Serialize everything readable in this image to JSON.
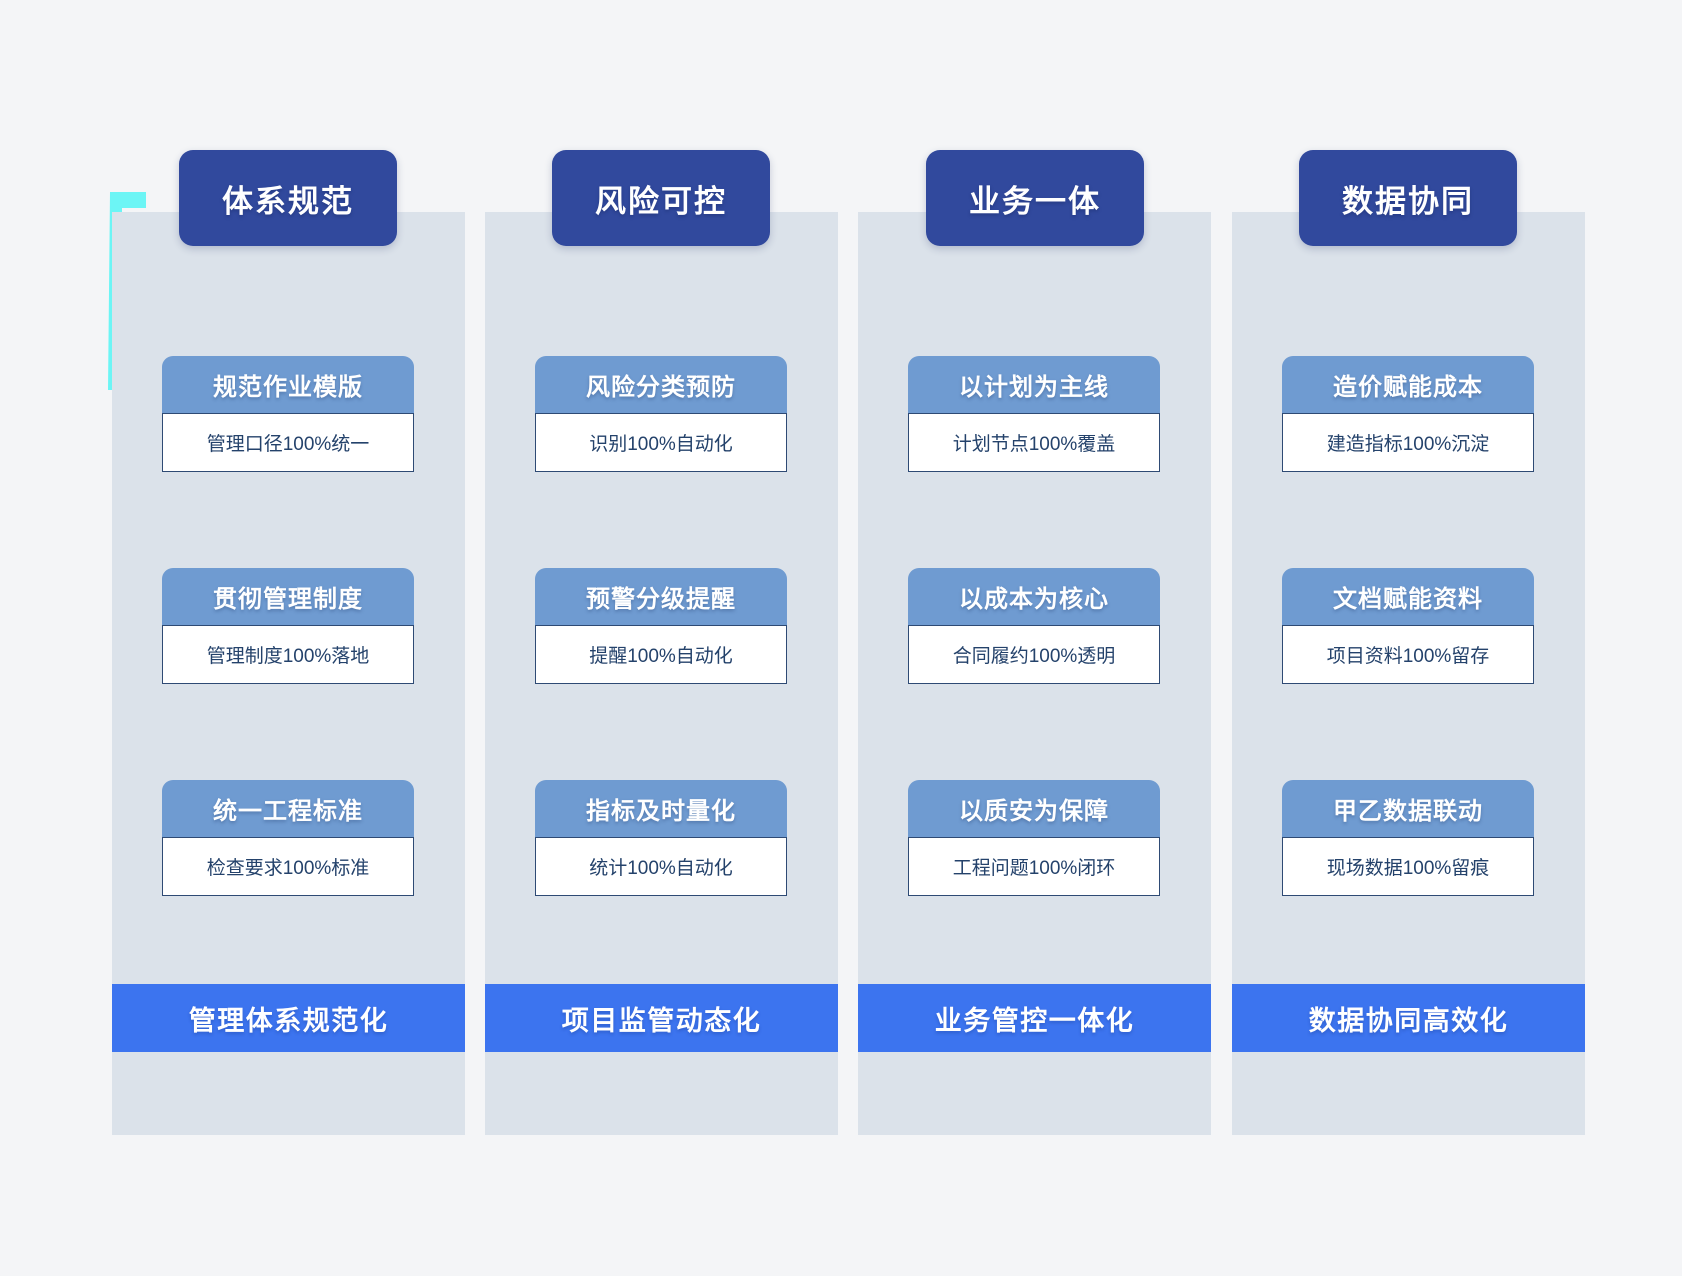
{
  "theme": {
    "page_background": "#f4f5f7",
    "column_background": "#dbe2ea",
    "header_pill_color": "#31499d",
    "card_head_color": "#6f9bd1",
    "card_body_color": "#ffffff",
    "card_border_color": "#2e4a74",
    "banner_color": "#3c74ef",
    "accent_cyan": "#6cf5f5"
  },
  "decorations": {
    "top_left_bracket": "corner-bracket-cyan",
    "bottom_right_bracket": "corner-bracket-cyan"
  },
  "columns": [
    {
      "header": "体系规范",
      "banner": "管理体系规范化",
      "cards": [
        {
          "title": "规范作业模版",
          "detail": "管理口径100%统一"
        },
        {
          "title": "贯彻管理制度",
          "detail": "管理制度100%落地"
        },
        {
          "title": "统一工程标准",
          "detail": "检查要求100%标准"
        }
      ]
    },
    {
      "header": "风险可控",
      "banner": "项目监管动态化",
      "cards": [
        {
          "title": "风险分类预防",
          "detail": "识别100%自动化"
        },
        {
          "title": "预警分级提醒",
          "detail": "提醒100%自动化"
        },
        {
          "title": "指标及时量化",
          "detail": "统计100%自动化"
        }
      ]
    },
    {
      "header": "业务一体",
      "banner": "业务管控一体化",
      "cards": [
        {
          "title": "以计划为主线",
          "detail": "计划节点100%覆盖"
        },
        {
          "title": "以成本为核心",
          "detail": "合同履约100%透明"
        },
        {
          "title": "以质安为保障",
          "detail": "工程问题100%闭环"
        }
      ]
    },
    {
      "header": "数据协同",
      "banner": "数据协同高效化",
      "cards": [
        {
          "title": "造价赋能成本",
          "detail": "建造指标100%沉淀"
        },
        {
          "title": "文档赋能资料",
          "detail": "项目资料100%留存"
        },
        {
          "title": "甲乙数据联动",
          "detail": "现场数据100%留痕"
        }
      ]
    }
  ]
}
